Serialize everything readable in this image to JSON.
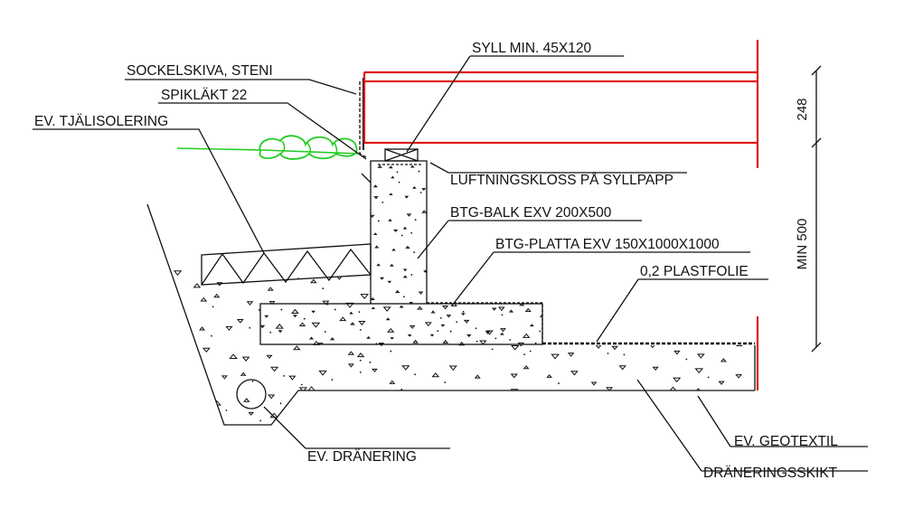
{
  "labels": {
    "sockelskiva": "SOCKELSKIVA, STENI",
    "spiklakt": "SPIKLÄKT 22",
    "tjalisolering": "EV. TJÄLISOLERING",
    "syll": "SYLL MIN. 45X120",
    "luftningskloss": "LUFTNINGSKLOSS PÅ SYLLPAPP",
    "btg_balk": "BTG-BALK EXV 200X500",
    "btg_platta": "BTG-PLATTA EXV 150X1000X1000",
    "plastfolie": "0,2 PLASTFOLIE",
    "dranering": "EV. DRÄNERING",
    "geotextil": "EV. GEOTEXTIL",
    "draneringsskikt": "DRÄNERINGSSKIKT"
  },
  "dimensions": {
    "upper": "248",
    "lower": "MIN 500"
  },
  "colors": {
    "line": "#111111",
    "timber": "#e01b1b",
    "ground": "#22cc22"
  }
}
